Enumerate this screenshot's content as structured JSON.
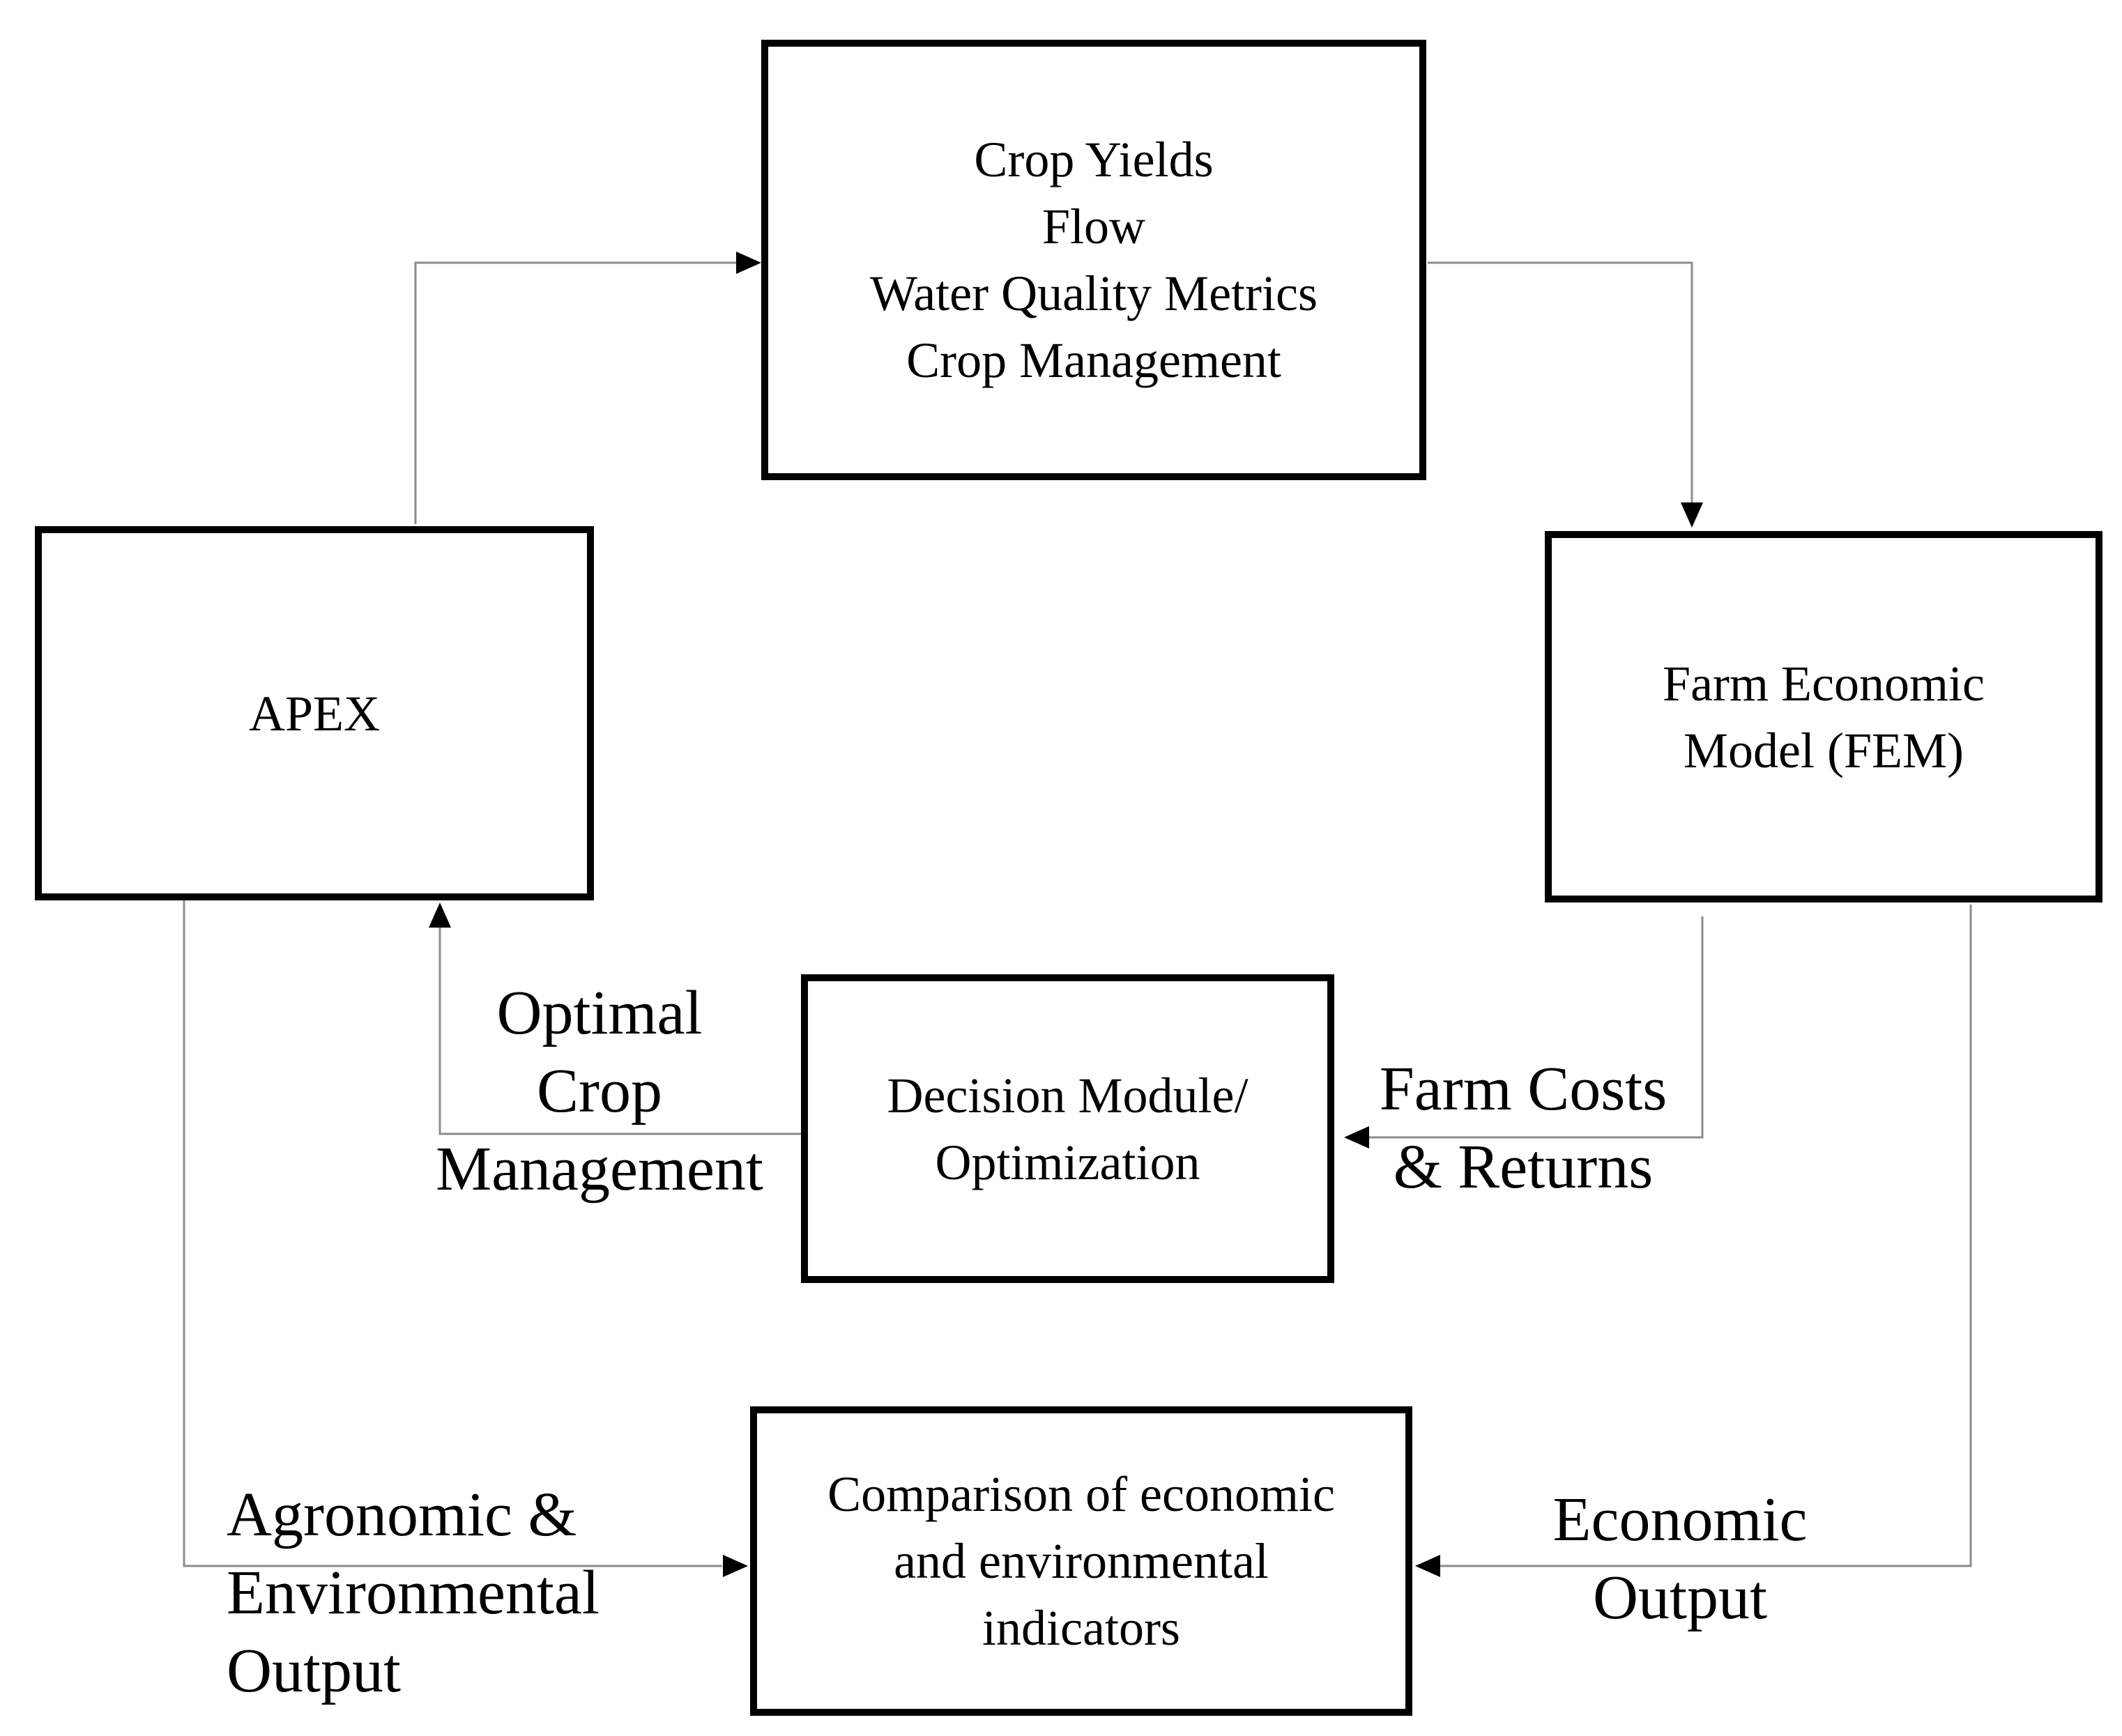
{
  "boxes": {
    "outputs": {
      "lines": [
        "Crop Yields",
        "Flow",
        "Water Quality Metrics",
        "Crop Management"
      ]
    },
    "apex": {
      "lines": [
        "APEX"
      ]
    },
    "fem": {
      "lines": [
        "Farm Economic",
        "Model (FEM)"
      ]
    },
    "decision": {
      "lines": [
        "Decision Module/",
        "Optimization"
      ]
    },
    "comparison": {
      "lines": [
        "Comparison of economic",
        "and environmental",
        "indicators"
      ]
    }
  },
  "labels": {
    "optimal": {
      "lines": [
        "Optimal",
        "Crop",
        "Management"
      ]
    },
    "farm_costs": {
      "lines": [
        "Farm Costs",
        "& Returns"
      ]
    },
    "agronomic": {
      "lines": [
        "Agronomic &",
        "Environmental",
        "Output"
      ]
    },
    "economic": {
      "lines": [
        "Economic",
        "Output"
      ]
    }
  },
  "colors": {
    "box_border": "#000000",
    "connector": "#8c8c8c",
    "arrowhead": "#000000",
    "text": "#000000"
  }
}
